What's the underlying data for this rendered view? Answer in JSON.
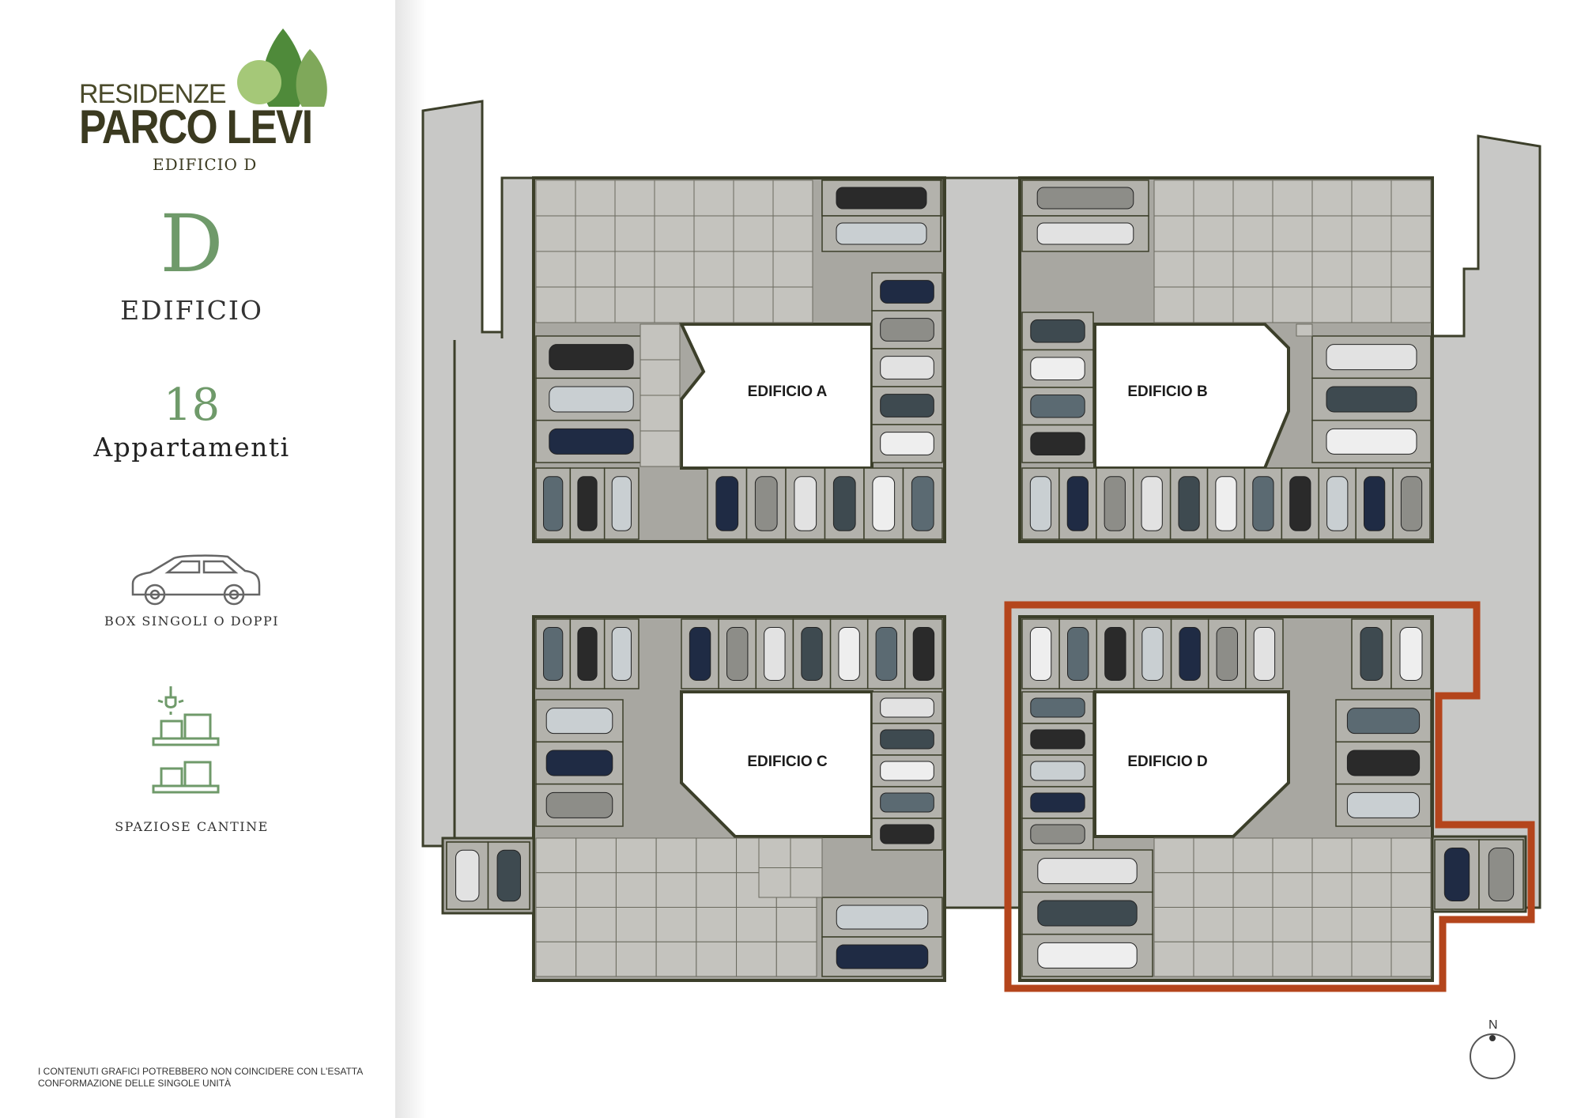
{
  "brand": {
    "line1": "RESIDENZE",
    "line2": "PARCO LEVI",
    "line3": "EDIFICIO D"
  },
  "building": {
    "letter": "D",
    "label": "EDIFICIO"
  },
  "units": {
    "count": "18",
    "label": "Appartamenti"
  },
  "features": [
    {
      "label": "BOX SINGOLI O DOPPI",
      "icon": "car-icon"
    },
    {
      "label": "SPAZIOSE CANTINE",
      "icon": "storage-boxes-icon"
    }
  ],
  "disclaimer": "I contenuti grafici potrebbero non coincidere con l'esatta conformazione delle singole unità",
  "plan": {
    "buildings": [
      "EDIFICIO A",
      "EDIFICIO B",
      "EDIFICIO C",
      "EDIFICIO D"
    ],
    "highlighted": "EDIFICIO D",
    "north_label": "N"
  },
  "colors": {
    "brand_green": "#6f9a6a",
    "brand_dark": "#3b3a20",
    "highlight": "#b4451c",
    "floor": "#c8c8c6",
    "walls": "#3c3f2a",
    "stall": "#a8a7a1",
    "court": "#ffffff"
  }
}
